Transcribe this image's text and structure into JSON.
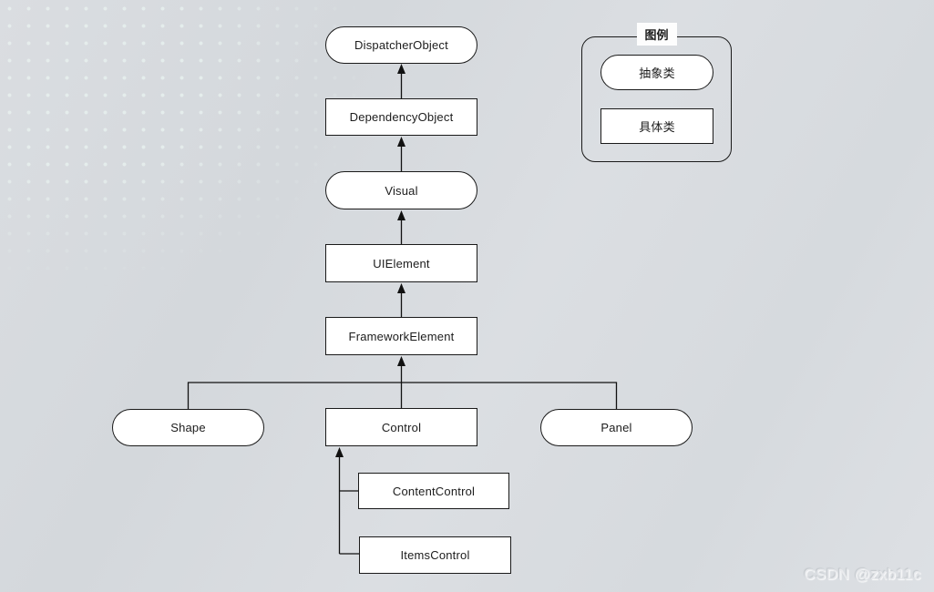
{
  "diagram": {
    "nodes": {
      "dispatcher_object": {
        "label": "DispatcherObject",
        "type": "abstract"
      },
      "dependency_object": {
        "label": "DependencyObject",
        "type": "concrete"
      },
      "visual": {
        "label": "Visual",
        "type": "abstract"
      },
      "ui_element": {
        "label": "UIElement",
        "type": "concrete"
      },
      "framework_element": {
        "label": "FrameworkElement",
        "type": "concrete"
      },
      "shape": {
        "label": "Shape",
        "type": "abstract"
      },
      "control": {
        "label": "Control",
        "type": "concrete"
      },
      "panel": {
        "label": "Panel",
        "type": "abstract"
      },
      "content_control": {
        "label": "ContentControl",
        "type": "concrete"
      },
      "items_control": {
        "label": "ItemsControl",
        "type": "concrete"
      }
    },
    "edges": [
      {
        "from": "DependencyObject",
        "to": "DispatcherObject"
      },
      {
        "from": "Visual",
        "to": "DependencyObject"
      },
      {
        "from": "UIElement",
        "to": "Visual"
      },
      {
        "from": "FrameworkElement",
        "to": "UIElement"
      },
      {
        "from": "Shape",
        "to": "FrameworkElement"
      },
      {
        "from": "Control",
        "to": "FrameworkElement"
      },
      {
        "from": "Panel",
        "to": "FrameworkElement"
      },
      {
        "from": "ContentControl",
        "to": "Control"
      },
      {
        "from": "ItemsControl",
        "to": "Control"
      }
    ]
  },
  "legend": {
    "title": "图例",
    "items": [
      {
        "label": "抽象类",
        "shape": "pill"
      },
      {
        "label": "具体类",
        "shape": "rect"
      }
    ]
  },
  "watermark": {
    "text": "CSDN @zxb11c"
  },
  "colors": {
    "background": "#d8dbdf",
    "node_fill": "#ffffff",
    "node_border": "#1a1a1a",
    "connector": "#111111",
    "watermark_text": "#e7e9ec"
  }
}
